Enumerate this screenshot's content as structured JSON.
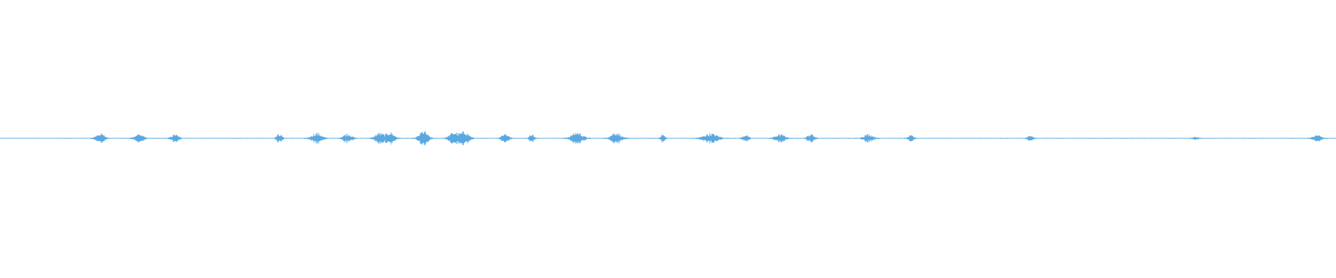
{
  "waveform": {
    "color": "#5aa8e0",
    "background": "#ffffff",
    "bursts": [
      {
        "at": 0.075,
        "amp": 0.035,
        "width": 0.006
      },
      {
        "at": 0.104,
        "amp": 0.032,
        "width": 0.006
      },
      {
        "at": 0.131,
        "amp": 0.028,
        "width": 0.005
      },
      {
        "at": 0.209,
        "amp": 0.032,
        "width": 0.004
      },
      {
        "at": 0.237,
        "amp": 0.04,
        "width": 0.007
      },
      {
        "at": 0.26,
        "amp": 0.035,
        "width": 0.006
      },
      {
        "at": 0.284,
        "amp": 0.04,
        "width": 0.006
      },
      {
        "at": 0.292,
        "amp": 0.045,
        "width": 0.006
      },
      {
        "at": 0.317,
        "amp": 0.055,
        "width": 0.006
      },
      {
        "at": 0.34,
        "amp": 0.045,
        "width": 0.007
      },
      {
        "at": 0.348,
        "amp": 0.05,
        "width": 0.006
      },
      {
        "at": 0.378,
        "amp": 0.035,
        "width": 0.005
      },
      {
        "at": 0.398,
        "amp": 0.035,
        "width": 0.003
      },
      {
        "at": 0.432,
        "amp": 0.045,
        "width": 0.008
      },
      {
        "at": 0.461,
        "amp": 0.045,
        "width": 0.007
      },
      {
        "at": 0.496,
        "amp": 0.03,
        "width": 0.003
      },
      {
        "at": 0.532,
        "amp": 0.035,
        "width": 0.01
      },
      {
        "at": 0.558,
        "amp": 0.025,
        "width": 0.004
      },
      {
        "at": 0.584,
        "amp": 0.028,
        "width": 0.007
      },
      {
        "at": 0.607,
        "amp": 0.03,
        "width": 0.005
      },
      {
        "at": 0.65,
        "amp": 0.03,
        "width": 0.007
      },
      {
        "at": 0.682,
        "amp": 0.02,
        "width": 0.004
      },
      {
        "at": 0.771,
        "amp": 0.02,
        "width": 0.004
      },
      {
        "at": 0.895,
        "amp": 0.01,
        "width": 0.004
      },
      {
        "at": 0.986,
        "amp": 0.025,
        "width": 0.006
      }
    ]
  }
}
